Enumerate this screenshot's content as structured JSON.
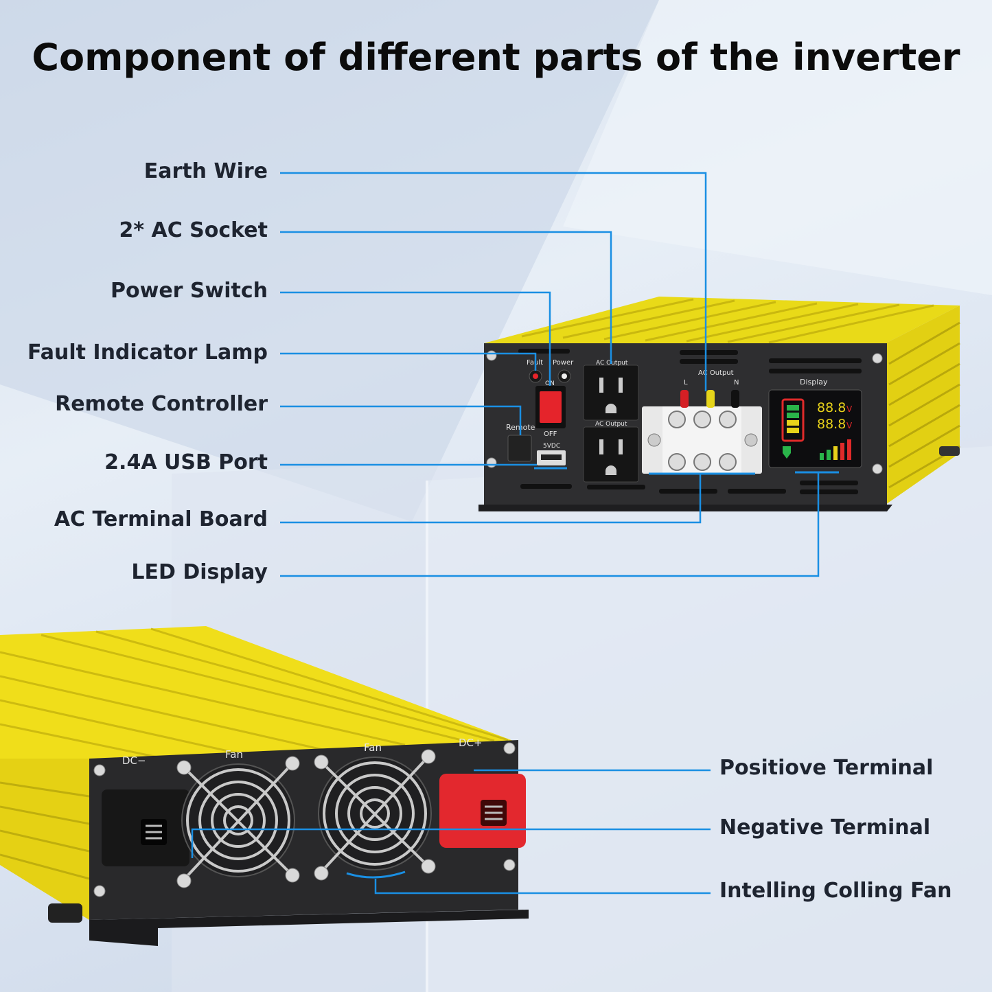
{
  "title": "Component of different parts of the inverter",
  "callouts_left": [
    {
      "id": "earth-wire",
      "label": "Earth Wire"
    },
    {
      "id": "ac-socket",
      "label": "2* AC Socket"
    },
    {
      "id": "power-switch",
      "label": "Power Switch"
    },
    {
      "id": "fault-lamp",
      "label": "Fault Indicator Lamp"
    },
    {
      "id": "remote-controller",
      "label": "Remote Controller"
    },
    {
      "id": "usb-port",
      "label": "2.4A USB Port"
    },
    {
      "id": "ac-terminal-board",
      "label": "AC Terminal Board"
    },
    {
      "id": "led-display",
      "label": "LED Display"
    }
  ],
  "callouts_right": [
    {
      "id": "positive-terminal",
      "label": "Positiove Terminal"
    },
    {
      "id": "negative-terminal",
      "label": "Negative Terminal"
    },
    {
      "id": "cooling-fan",
      "label": "Intelling Colling Fan"
    }
  ],
  "rear_panel": {
    "fault": "Fault",
    "power": "Power",
    "on": "ON",
    "off": "OFF",
    "remote": "Remote",
    "usb": "5VDC",
    "ac_output_top": "AC Output",
    "ac_output_bottom": "AC Output",
    "ac_output_terminal": "AC Output",
    "l": "L",
    "n": "N",
    "display": "Display",
    "readout": "88.8",
    "unit": "V"
  },
  "front_panel": {
    "dc_minus": "DC−",
    "dc_plus": "DC+",
    "fan_left": "Fan",
    "fan_right": "Fan"
  },
  "colors": {
    "leader": "#1a8fe3",
    "housing_yellow": "#f1e31a",
    "panel_black": "#2b2b2d",
    "terminal_red": "#e3282e"
  }
}
